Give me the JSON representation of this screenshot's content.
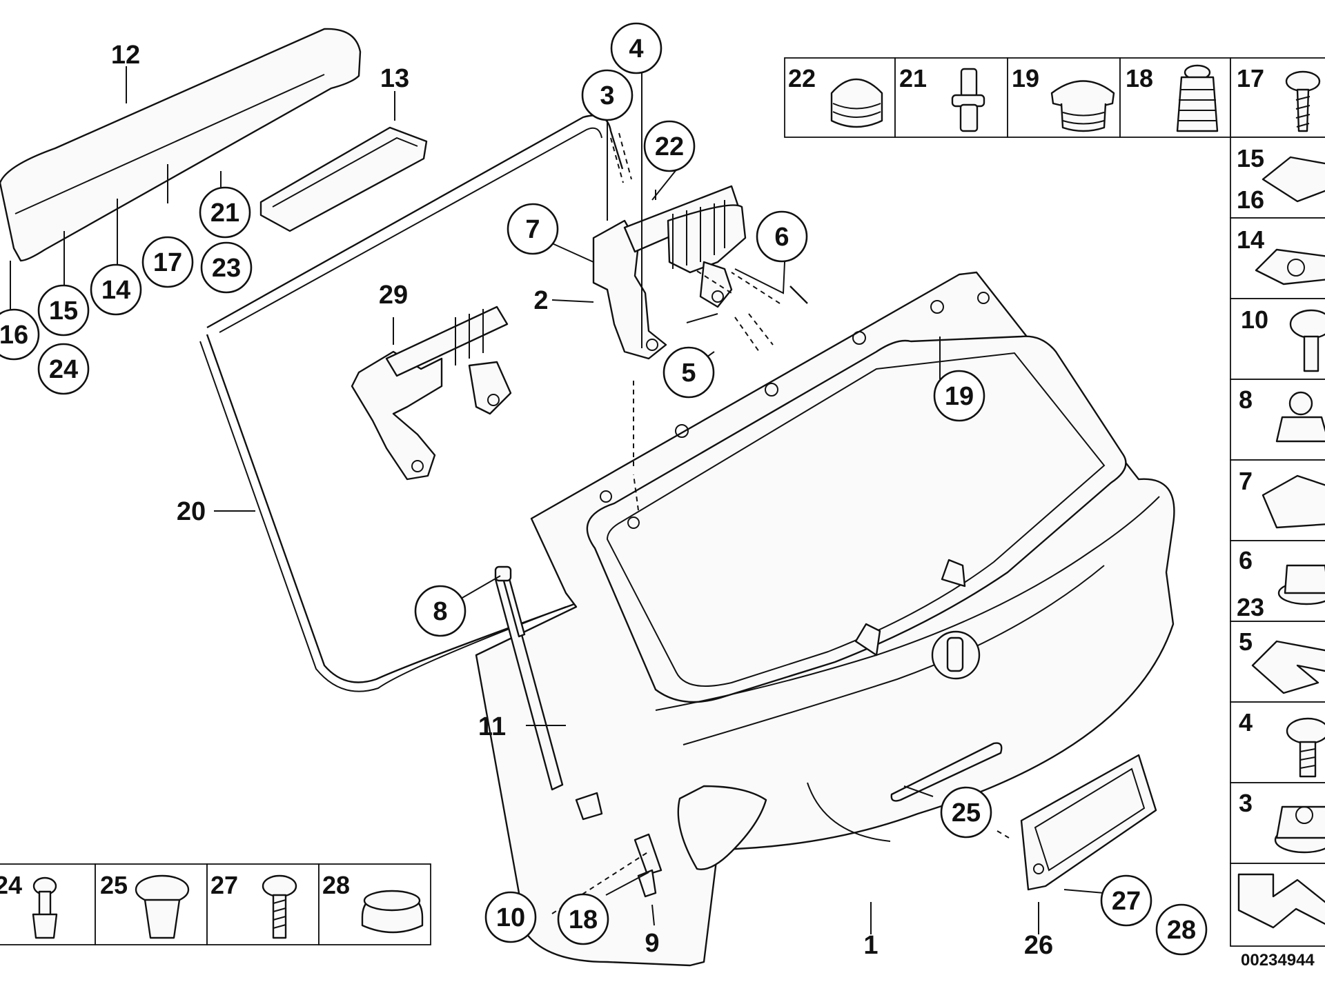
{
  "diagram": {
    "doc_number": "00234944",
    "plain_labels": [
      "12",
      "13",
      "2",
      "29",
      "20",
      "11",
      "9",
      "1",
      "26"
    ],
    "bubble_labels": [
      "4",
      "3",
      "22",
      "21",
      "23",
      "17",
      "14",
      "15",
      "16",
      "24",
      "7",
      "6",
      "5",
      "19",
      "8",
      "25",
      "10",
      "18",
      "27",
      "28"
    ],
    "top_table_labels": [
      "22",
      "21",
      "19",
      "18",
      "17"
    ],
    "side_table_labels": [
      {
        "a": "15",
        "b": "16"
      },
      {
        "a": "14"
      },
      {
        "a": "10"
      },
      {
        "a": "8"
      },
      {
        "a": "7"
      },
      {
        "a": "6",
        "b": "23"
      },
      {
        "a": "5"
      },
      {
        "a": "4"
      },
      {
        "a": "3"
      }
    ],
    "bottom_table_labels": [
      "24",
      "25",
      "27",
      "28"
    ]
  }
}
